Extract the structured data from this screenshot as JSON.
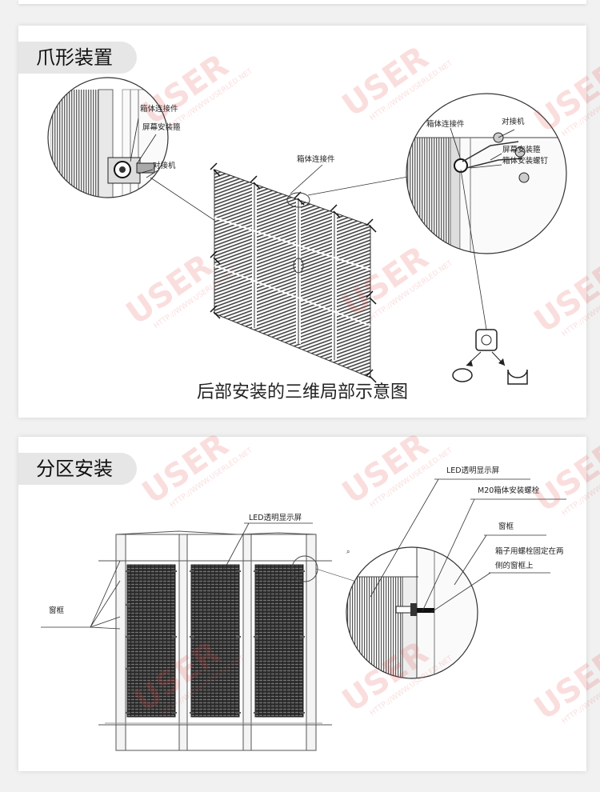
{
  "watermark": {
    "text": "USER",
    "sub": "HTTP://WWW.USERLED.NET"
  },
  "section1": {
    "title": "爪形装置",
    "caption": "后部安装的三维局部示意图",
    "labels": {
      "left_cabinet_connector": "箱体连接件",
      "left_screen_mount": "屏幕安装箍",
      "left_docking": "对接机",
      "center_cabinet_connector": "箱体连接件",
      "right_cabinet_connector": "箱体连接件",
      "right_docking": "对接机",
      "right_screen_mount": "屏幕安装箍",
      "right_cabinet_screw": "箱体安装螺钉"
    }
  },
  "section2": {
    "title": "分区安装",
    "labels": {
      "led_screen_top": "LED透明显示屏",
      "led_screen_mid": "LED透明显示屏",
      "window_frame_left": "窗框",
      "m20_bolt": "M20箱体安装螺栓",
      "window_frame_right": "窗框",
      "bolt_note_line1": "箱子用螺栓固定在两",
      "bolt_note_line2": "侧的窗框上"
    }
  }
}
